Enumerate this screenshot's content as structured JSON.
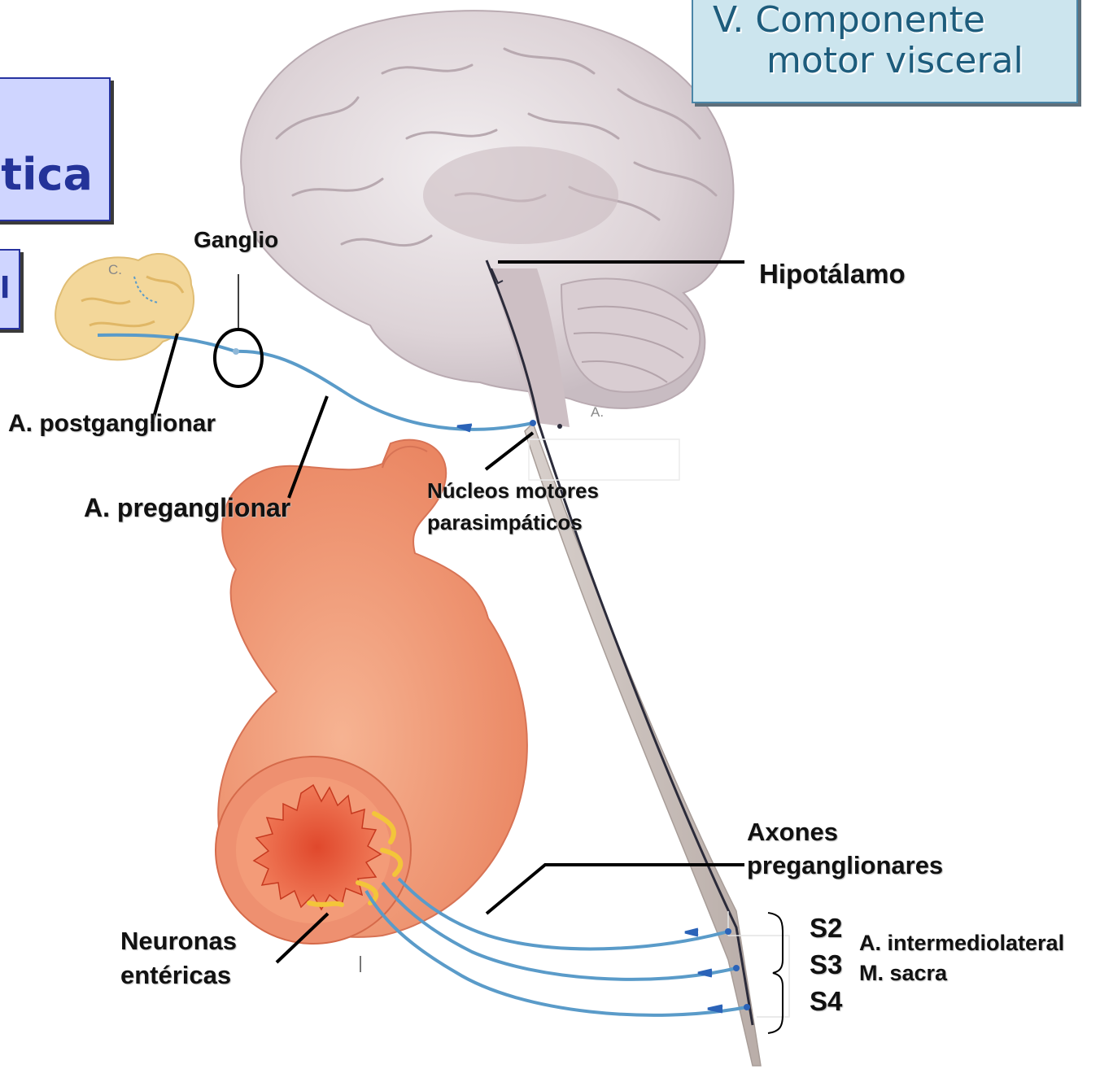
{
  "title": {
    "line1": "V. Componente",
    "line2": "motor visceral"
  },
  "left_box": {
    "text": "tica"
  },
  "small_box": {
    "text": "l"
  },
  "labels": {
    "ganglio": "Ganglio",
    "hipotalamo": "Hipotálamo",
    "postganglionar": "A. postganglionar",
    "preganglionar": "A. preganglionar",
    "nucleos_line1": "Núcleos motores",
    "nucleos_line2": "parasimpáticos",
    "axones_line1": "Axones",
    "axones_line2": "preganglionares",
    "neuronas_line1": "Neuronas",
    "neuronas_line2": "entéricas",
    "s2": "S2",
    "s3": "S3",
    "s4": "S4",
    "intermediolateral": "A. intermediolateral",
    "sacra": "M. sacra"
  },
  "figure_letters": {
    "c": "C.",
    "a": "A."
  },
  "colors": {
    "title_box_bg": "#cce5ee",
    "title_box_border": "#4a86a8",
    "title_text": "#1d5c7c",
    "left_box_bg": "#cfd5ff",
    "left_box_text": "#243399",
    "nerve_blue": "#5a9bc9",
    "brain": "#e4dcdf",
    "rectum": "#f0a07e",
    "gland": "#f3d79a"
  }
}
